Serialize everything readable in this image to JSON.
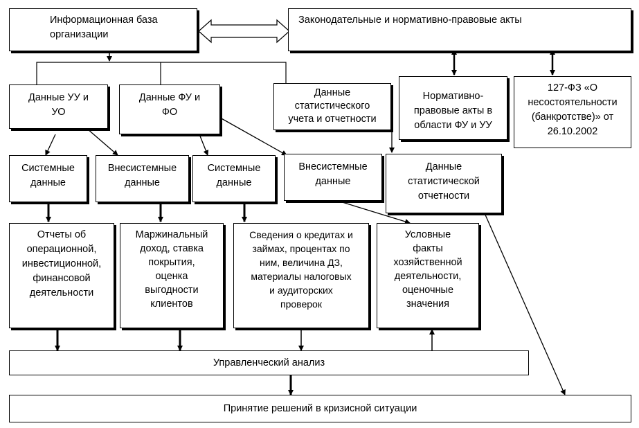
{
  "nodes": {
    "info_base": "Информационная база\nорганизации",
    "legal_acts": "Законодательные и нормативно-правовые акты",
    "data_uu_uo": "Данные УУ и\nУО",
    "data_fu_fo": "Данные ФУ и\nФО",
    "data_stat_accounting": "Данные\nстатистического\nучета и отчетности",
    "normative_fu_uu": "Нормативно-\nправовые акты в\nобласти ФУ и УУ",
    "law_127": "127-ФЗ «О\nнесостоятельности\n(банкротстве)» от\n26.10.2002",
    "system_data_1": "Системные\nданные",
    "nonsystem_data_1": "Внесистемные\nданные",
    "system_data_2": "Системные\nданные",
    "nonsystem_data_2": "Внесистемные\nданные",
    "stat_reporting_data": "Данные\nстатистической\nотчетности",
    "reports": "Отчеты об\nоперационной,\nинвестиционной,\nфинансовой\nдеятельности",
    "marginal_income": "Маржинальный\nдоход, ставка\nпокрытия,\nоценка\nвыгодности\nклиентов",
    "credit_info": "Сведения о кредитах и\nзаймах, процентах по\nним, величина ДЗ,\nматериалы налоговых\nи аудиторских\nпроверок",
    "contingent_facts": "Условные\nфакты\nхозяйственной\nдеятельности,\nоценочные\nзначения",
    "management_analysis": "Управленческий анализ",
    "crisis_decisions": "Принятие решений в кризисной ситуации"
  }
}
